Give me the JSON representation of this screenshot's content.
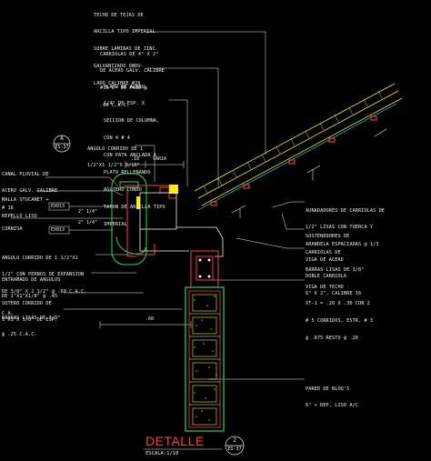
{
  "notes": {
    "roof_tile": [
      "TECHO DE TEJAS DE",
      "ARCILLA TIPO IMPERIAL",
      "SOBRE LAMINAS DE ZINC",
      "GALVANIZADO ONDU-",
      "LADO CALIBRE #26"
    ],
    "purlins": [
      "CARRIOLAS DE 4\" X 2\"",
      "DE ACERO GALV. CALIBRE",
      "#16 E= 90 PAÑO @",
      ".60 C.A.C."
    ],
    "steel_plate": [
      "PLATO DE ACERO,",
      "1/4\" DE ESP. X",
      "SECCION DE COLUMNA,",
      "CON 4 # 4",
      "CON PATA ANCLADA A",
      "PLATO RELLENANDO",
      "AGUJERO CONDO",
      "TAPON DE ARCILLA TIPO",
      "IMPERIAL"
    ],
    "angle_top": [
      "ANGULO CORRIDO DE 1",
      "1/2\"X1 1/2\"X 3/16\""
    ],
    "gutter": [
      "CANAL PLUVIAL DE",
      "ACERO GALV. CALIBRE",
      "# 16"
    ],
    "stucco": [
      "MALLA STUCANET +",
      "REPELLO LISO"
    ],
    "cornice": [
      "CORNISA"
    ],
    "angle_bottom": [
      "ANGULO CORRIDO DE 1 1/2\"X1",
      "1/2\" CON PERNOS DE EXPANSION",
      "DE 3/8\" X 2 1/2\" @ .60 C.A.C."
    ],
    "braced_angles": [
      "ENTRAMADO DE ANGULOS",
      "DE 1\"X1\"X1/8\" @ .45",
      "C.A."
    ],
    "rebar_angle": [
      "SOTERO CORRIDO DE",
      "1\"X1\"X 1/8\" DE ESP."
    ],
    "rebars": [
      "BARRAS LISAS DE 3/8\"",
      "@ .25 C.A.C."
    ],
    "purlin_joiners": [
      "AUNADADORES DE CARRIOLAS DE",
      "1/2\" LISAS CON TUERCA Y",
      "ARANDELA ESPACIADAS @ 1/3"
    ],
    "purlin_supports": [
      "SOSTENEDORES DE",
      "CARRIOLAS DE",
      "BARRAS LISAS DE 3/8\""
    ],
    "steel_beam": [
      "VIGA DE ACERO",
      "DOBLE CARRIOLA",
      "6\" X 2\", CALIBRE 16"
    ],
    "roof_beam": [
      "VIGA DE TECHO",
      "VT-1 = .20 X .30 CON 2",
      "# 5 CORRIDOS, ESTR. # 3",
      "@ .075 RESTO @ .20"
    ],
    "block_wall": [
      "PARED DE BLOQ'S",
      "6\" + REP. LISO A/C"
    ]
  },
  "dimensions": {
    "d18": ".18",
    "varia": "VARIA",
    "d60": ".60",
    "d2_1": "2\" 1/4\"",
    "d2_2": "2\" 1/4\""
  },
  "bubbles": {
    "top_letter": "A",
    "top_ref": "ES-37",
    "bottom_num": "2",
    "bottom_ref": "ES-37"
  },
  "tags": {
    "tag1": "EX013",
    "tag2": "EX013"
  },
  "title": "DETALLE",
  "scale": "ESCALA:1/10",
  "colors": {
    "background": "#000000",
    "yellow": "#ffea00",
    "green": "#27d84a",
    "red": "#ff3b3b",
    "cyan": "#00d8ff",
    "text": "#f0f0f0"
  }
}
